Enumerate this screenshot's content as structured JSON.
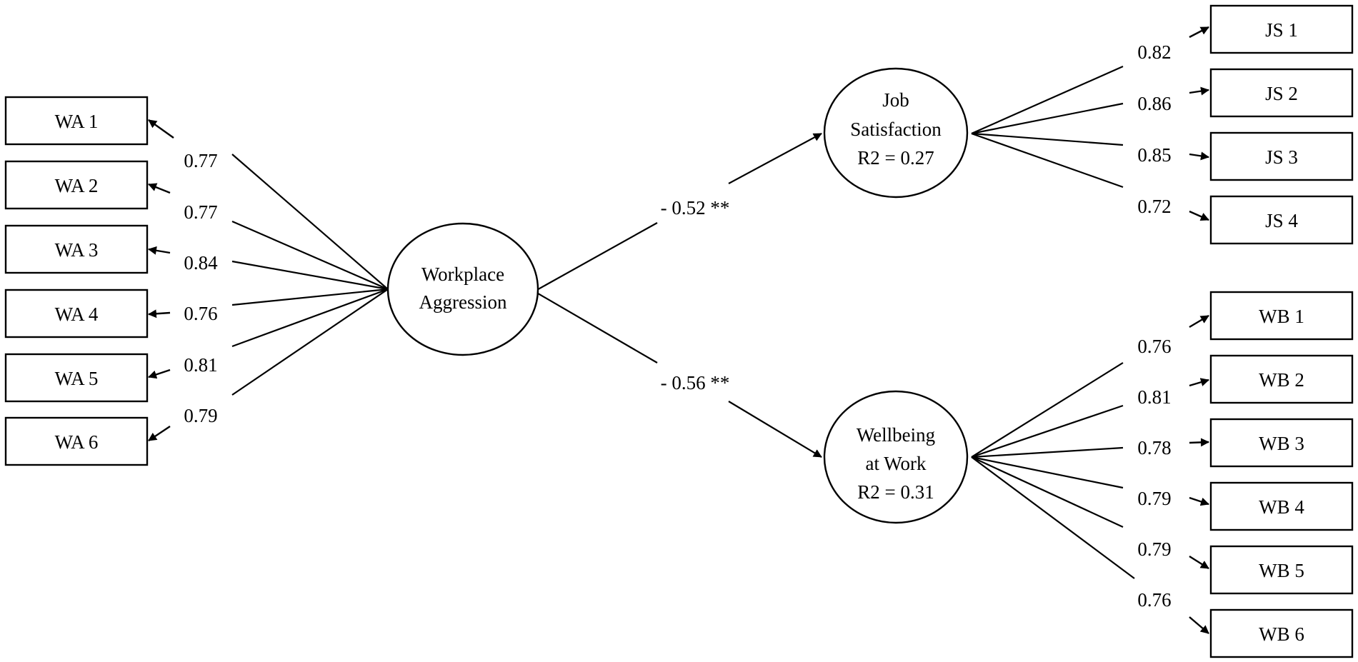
{
  "latents": {
    "workplace_aggression": {
      "lines": [
        "Workplace",
        "Aggression"
      ]
    },
    "job_satisfaction": {
      "lines": [
        "Job",
        "Satisfaction",
        "R2 = 0.27"
      ]
    },
    "wellbeing_at_work": {
      "lines": [
        "Wellbeing",
        "at Work",
        "R2 = 0.31"
      ]
    }
  },
  "indicators": {
    "WA": [
      {
        "label": "WA 1",
        "loading": "0.77"
      },
      {
        "label": "WA 2",
        "loading": "0.77"
      },
      {
        "label": "WA 3",
        "loading": "0.84"
      },
      {
        "label": "WA 4",
        "loading": "0.76"
      },
      {
        "label": "WA 5",
        "loading": "0.81"
      },
      {
        "label": "WA 6",
        "loading": "0.79"
      }
    ],
    "JS": [
      {
        "label": "JS 1",
        "loading": "0.82"
      },
      {
        "label": "JS 2",
        "loading": "0.86"
      },
      {
        "label": "JS 3",
        "loading": "0.85"
      },
      {
        "label": "JS 4",
        "loading": "0.72"
      }
    ],
    "WB": [
      {
        "label": "WB 1",
        "loading": "0.76"
      },
      {
        "label": "WB 2",
        "loading": "0.81"
      },
      {
        "label": "WB 3",
        "loading": "0.78"
      },
      {
        "label": "WB 4",
        "loading": "0.79"
      },
      {
        "label": "WB 5",
        "loading": "0.79"
      },
      {
        "label": "WB 6",
        "loading": "0.76"
      }
    ]
  },
  "paths": {
    "wa_to_js": "- 0.52 **",
    "wa_to_wb": "- 0.56 **"
  }
}
